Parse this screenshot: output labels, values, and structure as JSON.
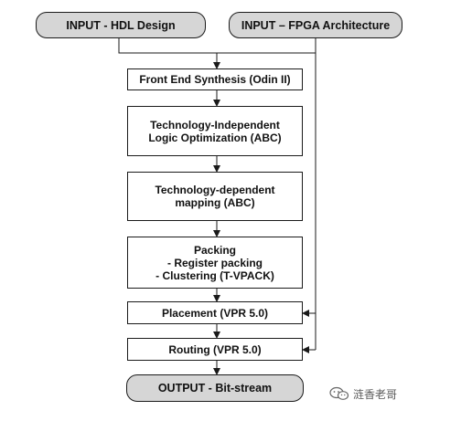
{
  "diagram": {
    "inputs": {
      "hdl": "INPUT - HDL Design",
      "fpga": "INPUT – FPGA Architecture"
    },
    "steps": [
      "Front End Synthesis (Odin II)",
      "Technology-Independent\nLogic Optimization (ABC)",
      "Technology-dependent\nmapping (ABC)",
      "Packing\n- Register packing\n- Clustering (T-VPACK)",
      "Placement (VPR 5.0)",
      "Routing (VPR 5.0)"
    ],
    "output": "OUTPUT - Bit-stream"
  },
  "watermark": {
    "icon": "wechat-icon",
    "text": "涟香老哥"
  }
}
